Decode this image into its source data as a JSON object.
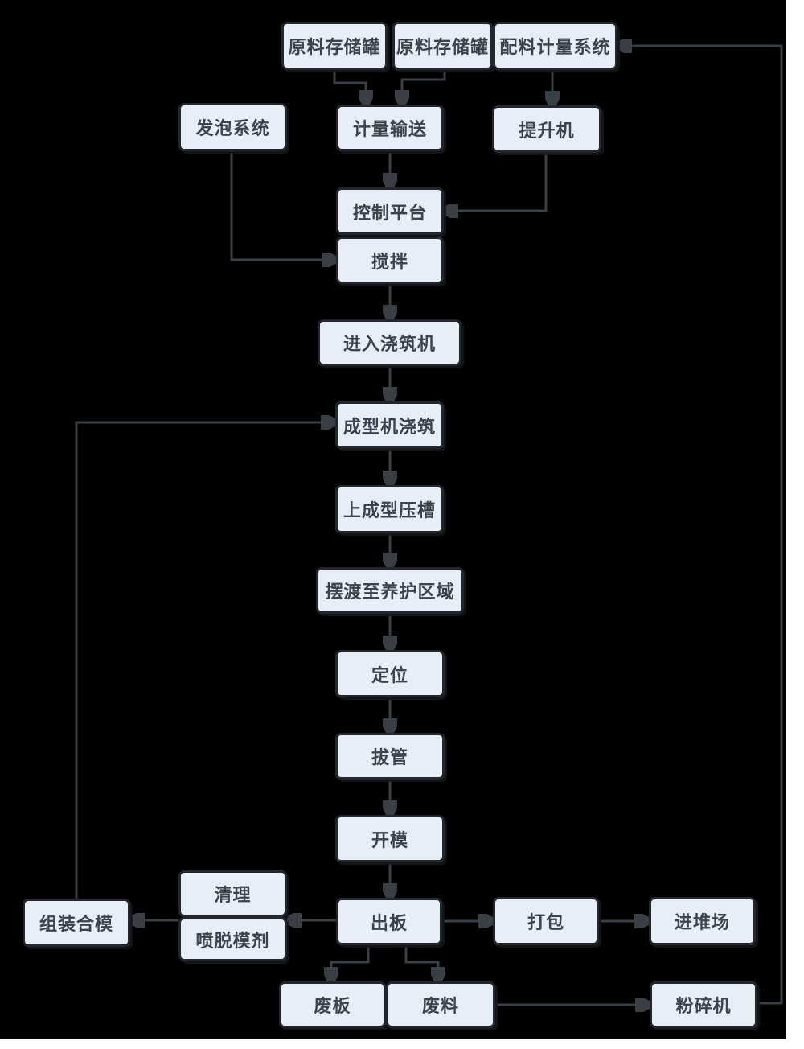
{
  "diagram": {
    "colors": {
      "page_background": "#ffffff",
      "canvas_background": "#000000",
      "node_fill": "#e8eef7",
      "node_border": "#23272d",
      "node_text": "#3d434b",
      "arrow": "#3a3f46"
    },
    "nodes": [
      {
        "id": "raw-material-tank-1",
        "label": "原料存储罐"
      },
      {
        "id": "raw-material-tank-2",
        "label": "原料存储罐"
      },
      {
        "id": "batching-metering-system",
        "label": "配料计量系统"
      },
      {
        "id": "foaming-system",
        "label": "发泡系统"
      },
      {
        "id": "metering-conveying",
        "label": "计量输送"
      },
      {
        "id": "elevator",
        "label": "提升机"
      },
      {
        "id": "control-platform",
        "label": "控制平台"
      },
      {
        "id": "mixing",
        "label": "搅拌"
      },
      {
        "id": "enter-pouring-machine",
        "label": "进入浇筑机"
      },
      {
        "id": "forming-machine-pouring",
        "label": "成型机浇筑"
      },
      {
        "id": "upper-forming-groove",
        "label": "上成型压槽"
      },
      {
        "id": "ferry-to-curing-area",
        "label": "摆渡至养护区域"
      },
      {
        "id": "positioning",
        "label": "定位"
      },
      {
        "id": "tube-pulling",
        "label": "拔管"
      },
      {
        "id": "mold-opening",
        "label": "开模"
      },
      {
        "id": "cleaning",
        "label": "清理"
      },
      {
        "id": "spray-release-agent",
        "label": "喷脱模剂"
      },
      {
        "id": "assemble-close-mold",
        "label": "组装合模"
      },
      {
        "id": "board-out",
        "label": "出板"
      },
      {
        "id": "packing",
        "label": "打包"
      },
      {
        "id": "into-stockyard",
        "label": "进堆场"
      },
      {
        "id": "waste-board",
        "label": "废板"
      },
      {
        "id": "waste-material",
        "label": "废料"
      },
      {
        "id": "crusher",
        "label": "粉碎机"
      }
    ],
    "edges": [
      {
        "from": "raw-material-tank-1",
        "to": "metering-conveying"
      },
      {
        "from": "raw-material-tank-2",
        "to": "metering-conveying"
      },
      {
        "from": "batching-metering-system",
        "to": "elevator"
      },
      {
        "from": "metering-conveying",
        "to": "control-platform"
      },
      {
        "from": "elevator",
        "to": "control-platform"
      },
      {
        "from": "foaming-system",
        "to": "mixing"
      },
      {
        "from": "mixing",
        "to": "enter-pouring-machine"
      },
      {
        "from": "enter-pouring-machine",
        "to": "forming-machine-pouring"
      },
      {
        "from": "forming-machine-pouring",
        "to": "upper-forming-groove"
      },
      {
        "from": "upper-forming-groove",
        "to": "ferry-to-curing-area"
      },
      {
        "from": "ferry-to-curing-area",
        "to": "positioning"
      },
      {
        "from": "positioning",
        "to": "tube-pulling"
      },
      {
        "from": "tube-pulling",
        "to": "mold-opening"
      },
      {
        "from": "mold-opening",
        "to": "board-out"
      },
      {
        "from": "board-out",
        "to": "packing"
      },
      {
        "from": "packing",
        "to": "into-stockyard"
      },
      {
        "from": "board-out",
        "to": "cleaning-spray-stack"
      },
      {
        "from": "cleaning-spray-stack",
        "to": "assemble-close-mold"
      },
      {
        "from": "assemble-close-mold",
        "to": "forming-machine-pouring"
      },
      {
        "from": "board-out",
        "to": "waste-board"
      },
      {
        "from": "board-out",
        "to": "waste-material"
      },
      {
        "from": "waste-material",
        "to": "crusher"
      },
      {
        "from": "crusher",
        "to": "batching-metering-system"
      }
    ]
  }
}
